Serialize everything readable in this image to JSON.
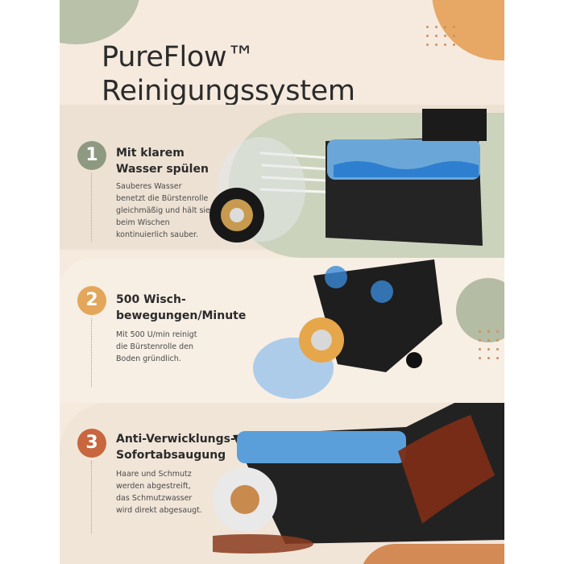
{
  "title": {
    "line1": "PureFlow™",
    "line2": "Reinigungssystem"
  },
  "steps": [
    {
      "number": "1",
      "heading_line1": "Mit klarem",
      "heading_line2": "Wasser spülen",
      "body_lines": [
        "Sauberes Wasser",
        "benetzt die Bürstenrolle",
        "gleichmäßig und hält sie",
        "beim Wischen",
        "kontinuierlich sauber."
      ],
      "color": "#8e9982"
    },
    {
      "number": "2",
      "heading_line1": "500 Wisch-",
      "heading_line2": "bewegungen/Minute",
      "body_lines": [
        "Mit 500 U/min reinigt",
        "die Bürstenrolle den",
        "Boden gründlich."
      ],
      "color": "#e3a65a"
    },
    {
      "number": "3",
      "heading_line1": "Anti-Verwicklungs-",
      "heading_line2": "Sofortabsaugung",
      "body_lines": [
        "Haare und Schmutz",
        "werden abgestreift,",
        "das Schmutzwasser",
        "wird direkt abgesaugt."
      ],
      "color": "#c7663f"
    }
  ],
  "colors": {
    "background": "#f6eadf",
    "text": "#2b2b2b",
    "water_blue": "#3f8fd6",
    "dirty_water": "#8b3b1e"
  }
}
